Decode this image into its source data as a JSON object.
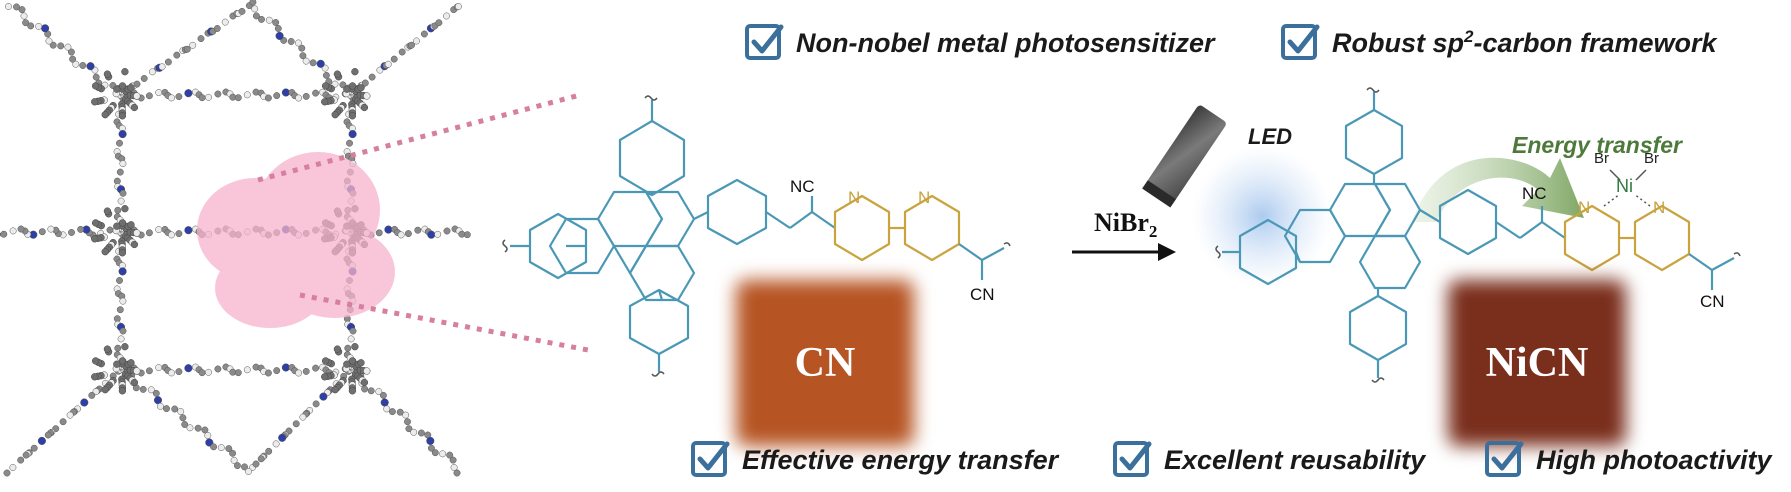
{
  "features": {
    "top_left": "Non-nobel metal photosensitizer",
    "top_right_prefix": "Robust sp",
    "top_right_sup": "2",
    "top_right_suffix": "-carbon framework",
    "bottom_1": "Effective energy transfer",
    "bottom_2": "Excellent reusability",
    "bottom_3": "High photoactivity"
  },
  "reaction": {
    "reagent": "NiBr",
    "reagent_sub": "2"
  },
  "samples": {
    "left": "CN",
    "right": "NiCN"
  },
  "annotations": {
    "led": "LED",
    "energy_transfer": "Energy transfer",
    "nitrile": "NC",
    "nitrile_alt": "CN",
    "nitrogen": "N",
    "nickel": "Ni",
    "bromine": "Br"
  },
  "colors": {
    "checkbox": "#3b6f9c",
    "aryl": "#4a98b5",
    "bipyridine": "#c9a33e",
    "nitrogen_atom": "#2e3fa6",
    "carbon_atom": "#8a8a8a",
    "hydrogen_atom": "#ececec",
    "highlight": "#f6b3cc",
    "arrow_green": "#8fb07a",
    "ni_text": "#2f7a3f",
    "cn_swatch": "#b65423",
    "nicn_swatch": "#7a2e1c"
  }
}
